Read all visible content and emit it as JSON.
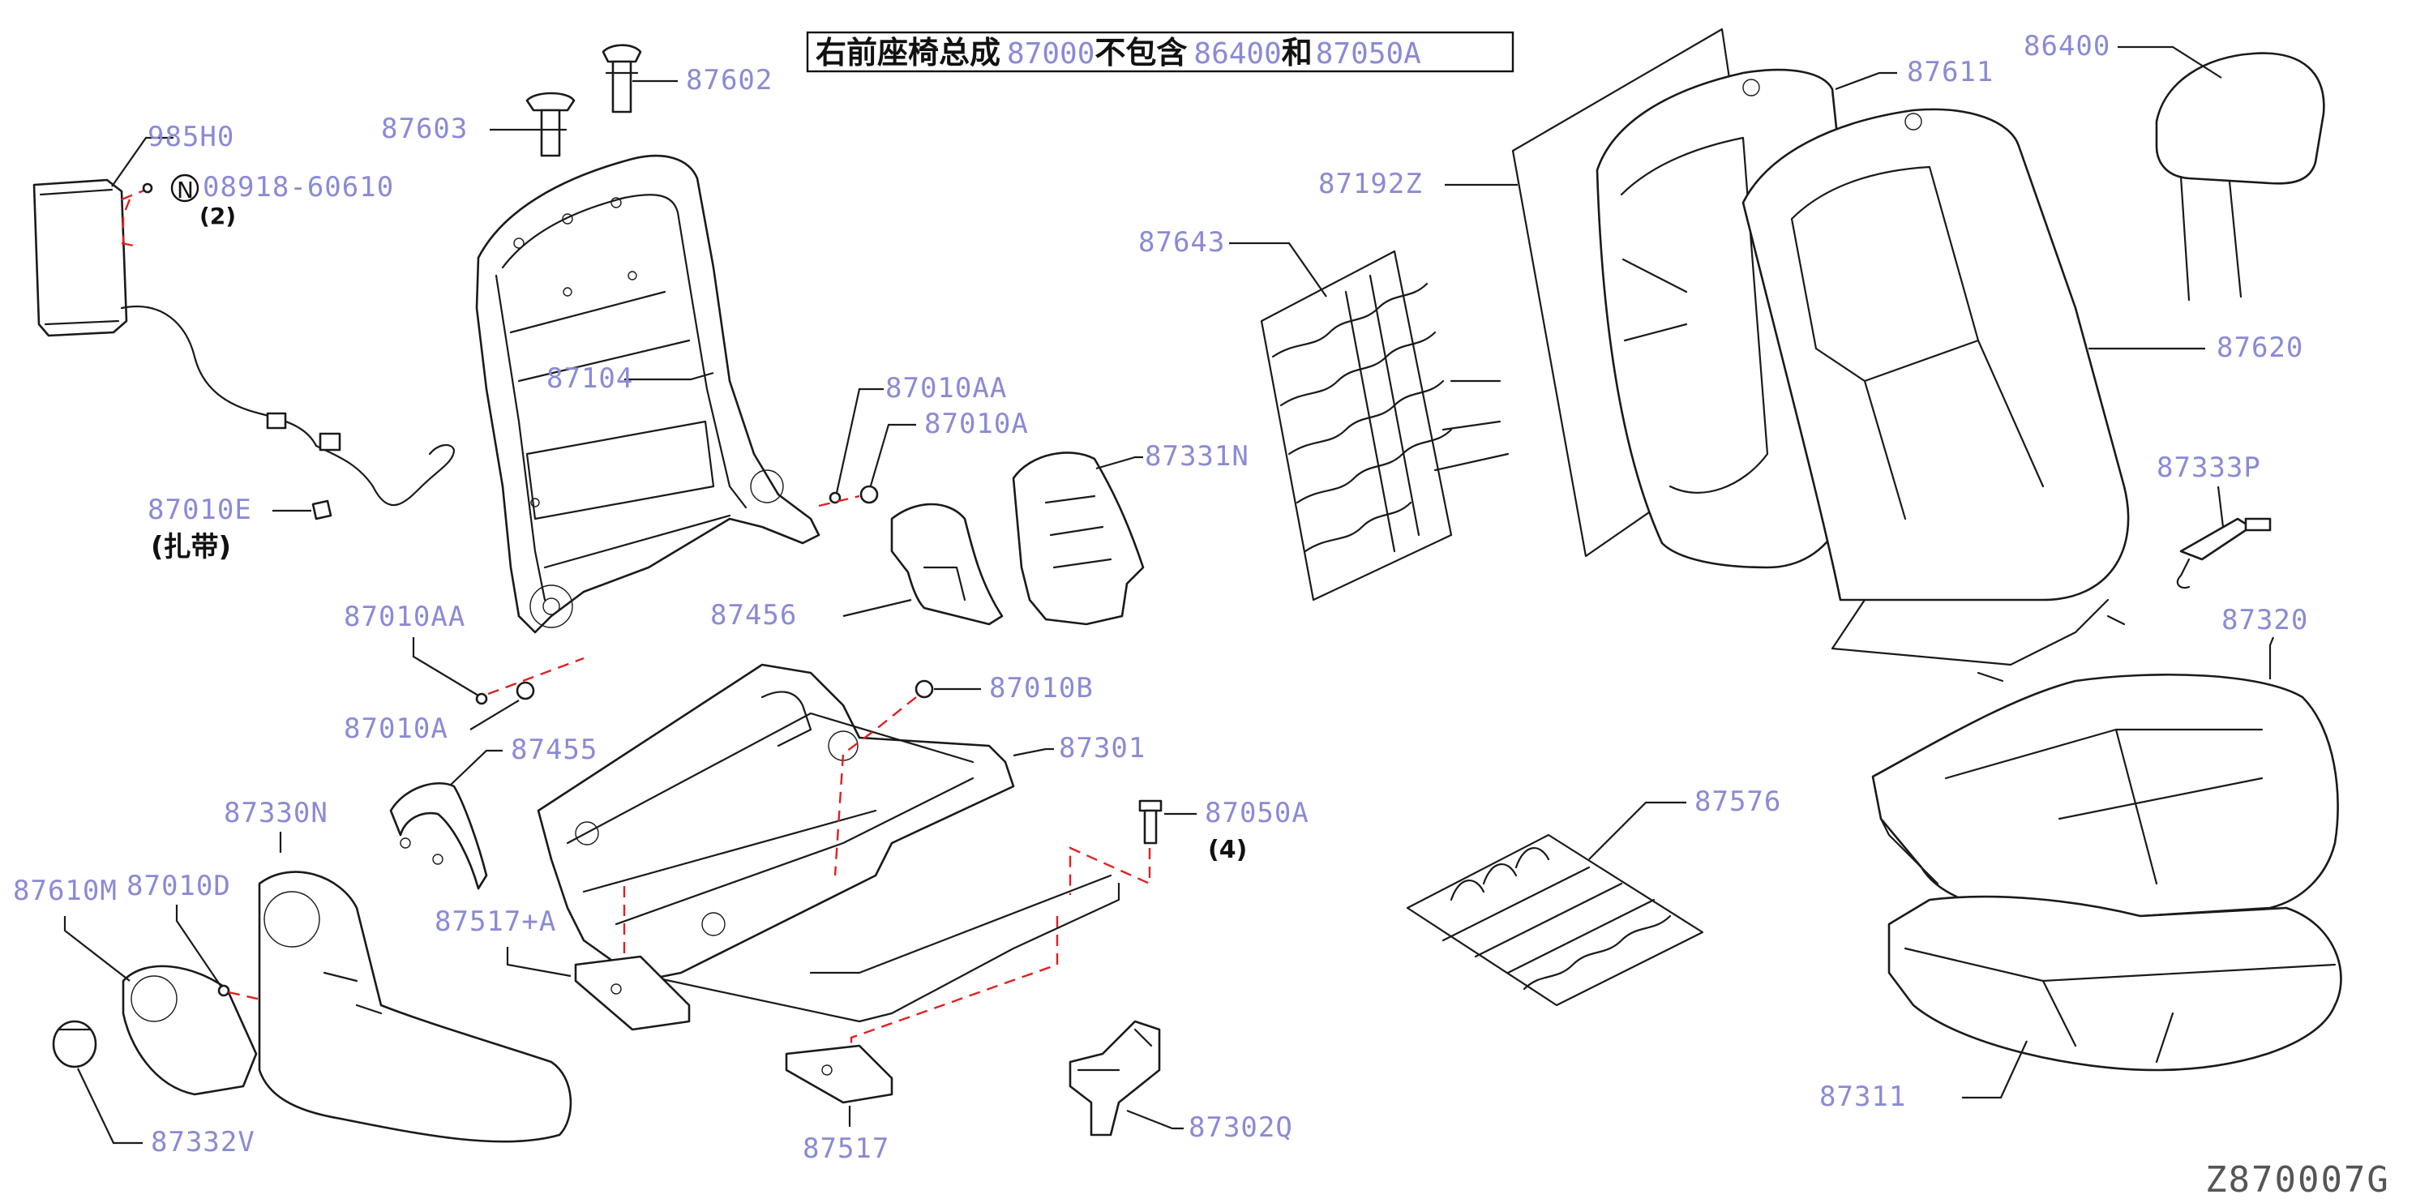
{
  "title": {
    "prefix": "右前座椅总成",
    "part_main": "87000",
    "mid": "不包含",
    "part_a": "86400",
    "conj": "和",
    "part_b": "87050A"
  },
  "drawing_code": "Z870007G",
  "labels": {
    "p985H0": "985H0",
    "p08918": "08918-60610",
    "q2": "(2)",
    "n_mark": "N",
    "p87603": "87603",
    "p87602": "87602",
    "p87104": "87104",
    "p87010AA_top": "87010AA",
    "p87010A_top": "87010A",
    "p87010E": "87010E",
    "zhadai": "(扎带)",
    "p87010AA_bot": "87010AA",
    "p87010A_bot": "87010A",
    "p87455": "87455",
    "p87456": "87456",
    "p87331N": "87331N",
    "p87643": "87643",
    "p87192Z": "87192Z",
    "p87611": "87611",
    "p86400": "86400",
    "p87620": "87620",
    "p87333P": "87333P",
    "p87320": "87320",
    "p87010B": "87010B",
    "p87301": "87301",
    "p87050A": "87050A",
    "q4": "(4)",
    "p87576": "87576",
    "p87610M": "87610M",
    "p87330N": "87330N",
    "p87010D": "87010D",
    "p87517A": "87517+A",
    "p87517": "87517",
    "p87302Q": "87302Q",
    "p87332V": "87332V",
    "p87311": "87311"
  },
  "colors": {
    "part_number": "#8a8ad6",
    "line": "#1a1a1a",
    "connector_dash": "#e02020"
  }
}
